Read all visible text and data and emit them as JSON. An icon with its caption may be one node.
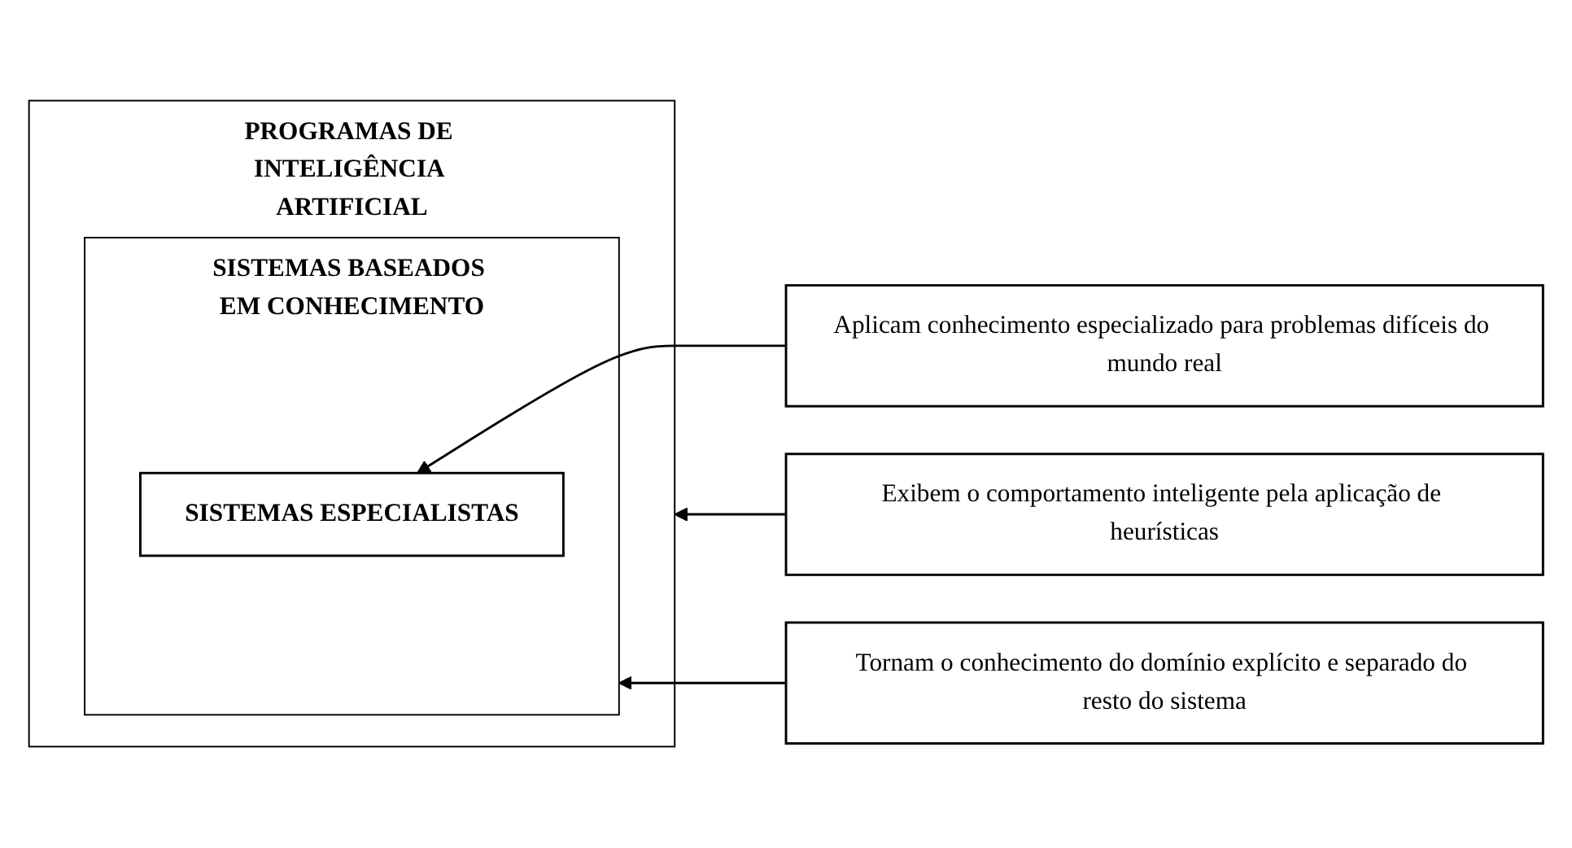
{
  "diagram": {
    "nodes": [
      {
        "text": [
          "PROGRAMAS DE INTELIGÊNCIA ARTIFICIAL"
        ]
      },
      {
        "text": [
          "SISTEMAS BASEADOS EM CONHECIMENTO"
        ],
        "in": 0
      },
      {
        "text": [
          "SISTEMAS ESPECIALISTAS"
        ],
        "in": 1
      },
      {
        "text": [
          "Exibem o comportamento inteligente pela aplicação de heurísticas"
        ]
      },
      {
        "text": [
          "Tornam o conhecimento do domínio explícito e separado do resto do sistema"
        ]
      },
      {
        "text": [
          "Aplicam conhecimento especializado para problemas difíceis do mundo real"
        ]
      }
    ],
    "edges": [
      {
        "from": 3,
        "to": 0,
        "arrow": "to"
      },
      {
        "from": 4,
        "to": 1,
        "arrow": "to"
      },
      {
        "from": 5,
        "to": 2,
        "arrow": "to"
      }
    ]
  }
}
